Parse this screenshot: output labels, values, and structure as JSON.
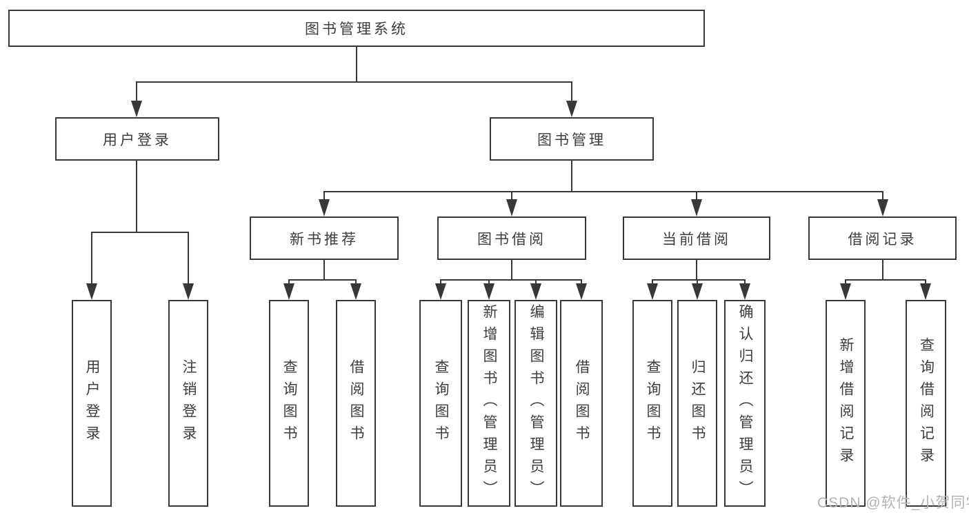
{
  "colors": {
    "line": "#383838",
    "text": "#3d3d3d",
    "box_background": "#ffffff",
    "page_background": "#ffffff",
    "watermark": "#b3b3b3"
  },
  "nodes": {
    "root": "图书管理系统",
    "user_login": "用户登录",
    "book_management": "图书管理",
    "new_book_recommend": "新书推荐",
    "book_borrowing": "图书借阅",
    "current_borrowing": "当前借阅",
    "borrowing_records": "借阅记录",
    "user_login_leaf": "用户登录",
    "logout": "注销登录",
    "recommend_query_books": "查询图书",
    "recommend_borrow_books": "借阅图书",
    "borrowing_query_books": "查询图书",
    "borrowing_add_books": "新增图书（管理员）",
    "borrowing_edit_books": "编辑图书（管理员）",
    "borrowing_borrow_books": "借阅图书",
    "current_query_books": "查询图书",
    "current_return_books": "归还图书",
    "current_confirm_return": "确认归还（管理员）",
    "records_add_record": "新增借阅记录",
    "records_query_record": "查询借阅记录"
  },
  "watermark": "CSDN @软件_小贺同学"
}
